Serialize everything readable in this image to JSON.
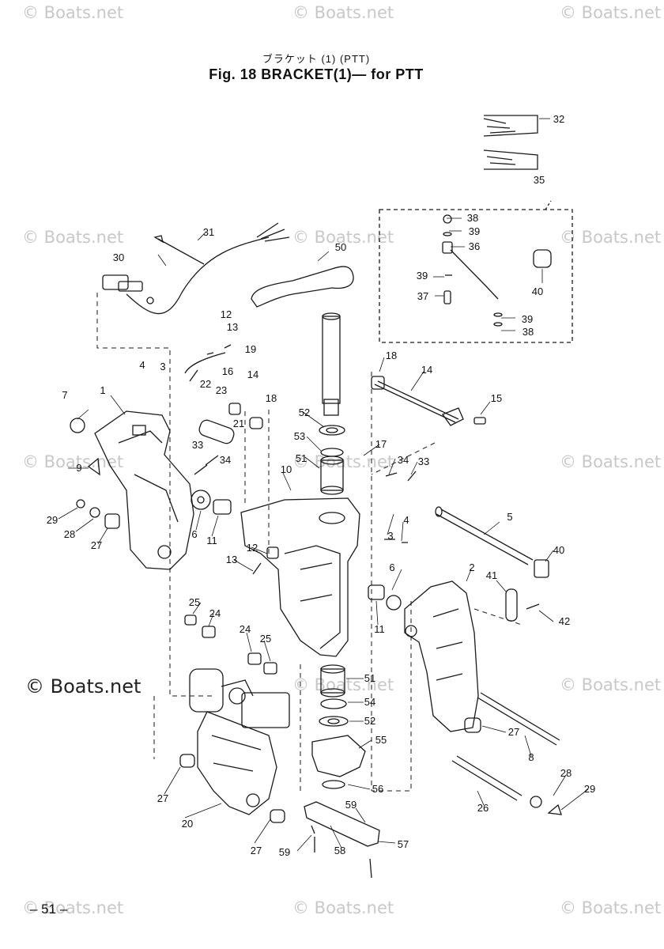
{
  "header": {
    "jp_title": "ブラケット (1) (PTT)",
    "title": "Fig. 18   BRACKET(1)— for PTT"
  },
  "footer": {
    "page_number": "– 51 –"
  },
  "watermark": {
    "text": "© Boats.net"
  },
  "parts": [
    {
      "label": "1"
    },
    {
      "label": "2"
    },
    {
      "label": "3"
    },
    {
      "label": "3"
    },
    {
      "label": "4"
    },
    {
      "label": "4"
    },
    {
      "label": "5"
    },
    {
      "label": "6"
    },
    {
      "label": "6"
    },
    {
      "label": "7"
    },
    {
      "label": "8"
    },
    {
      "label": "9"
    },
    {
      "label": "10"
    },
    {
      "label": "11"
    },
    {
      "label": "11"
    },
    {
      "label": "12"
    },
    {
      "label": "12"
    },
    {
      "label": "13"
    },
    {
      "label": "13"
    },
    {
      "label": "14"
    },
    {
      "label": "14"
    },
    {
      "label": "15"
    },
    {
      "label": "16"
    },
    {
      "label": "17"
    },
    {
      "label": "18"
    },
    {
      "label": "18"
    },
    {
      "label": "19"
    },
    {
      "label": "20"
    },
    {
      "label": "21"
    },
    {
      "label": "22"
    },
    {
      "label": "23"
    },
    {
      "label": "24"
    },
    {
      "label": "24"
    },
    {
      "label": "25"
    },
    {
      "label": "25"
    },
    {
      "label": "26"
    },
    {
      "label": "27"
    },
    {
      "label": "27"
    },
    {
      "label": "27"
    },
    {
      "label": "27"
    },
    {
      "label": "28"
    },
    {
      "label": "28"
    },
    {
      "label": "29"
    },
    {
      "label": "29"
    },
    {
      "label": "30"
    },
    {
      "label": "31"
    },
    {
      "label": "32"
    },
    {
      "label": "33"
    },
    {
      "label": "33"
    },
    {
      "label": "34"
    },
    {
      "label": "34"
    },
    {
      "label": "35"
    },
    {
      "label": "36"
    },
    {
      "label": "37"
    },
    {
      "label": "38"
    },
    {
      "label": "38"
    },
    {
      "label": "39"
    },
    {
      "label": "39"
    },
    {
      "label": "39"
    },
    {
      "label": "40"
    },
    {
      "label": "40"
    },
    {
      "label": "41"
    },
    {
      "label": "42"
    },
    {
      "label": "50"
    },
    {
      "label": "51"
    },
    {
      "label": "51"
    },
    {
      "label": "52"
    },
    {
      "label": "52"
    },
    {
      "label": "53"
    },
    {
      "label": "54"
    },
    {
      "label": "55"
    },
    {
      "label": "56"
    },
    {
      "label": "57"
    },
    {
      "label": "58"
    },
    {
      "label": "59"
    },
    {
      "label": "59"
    }
  ]
}
